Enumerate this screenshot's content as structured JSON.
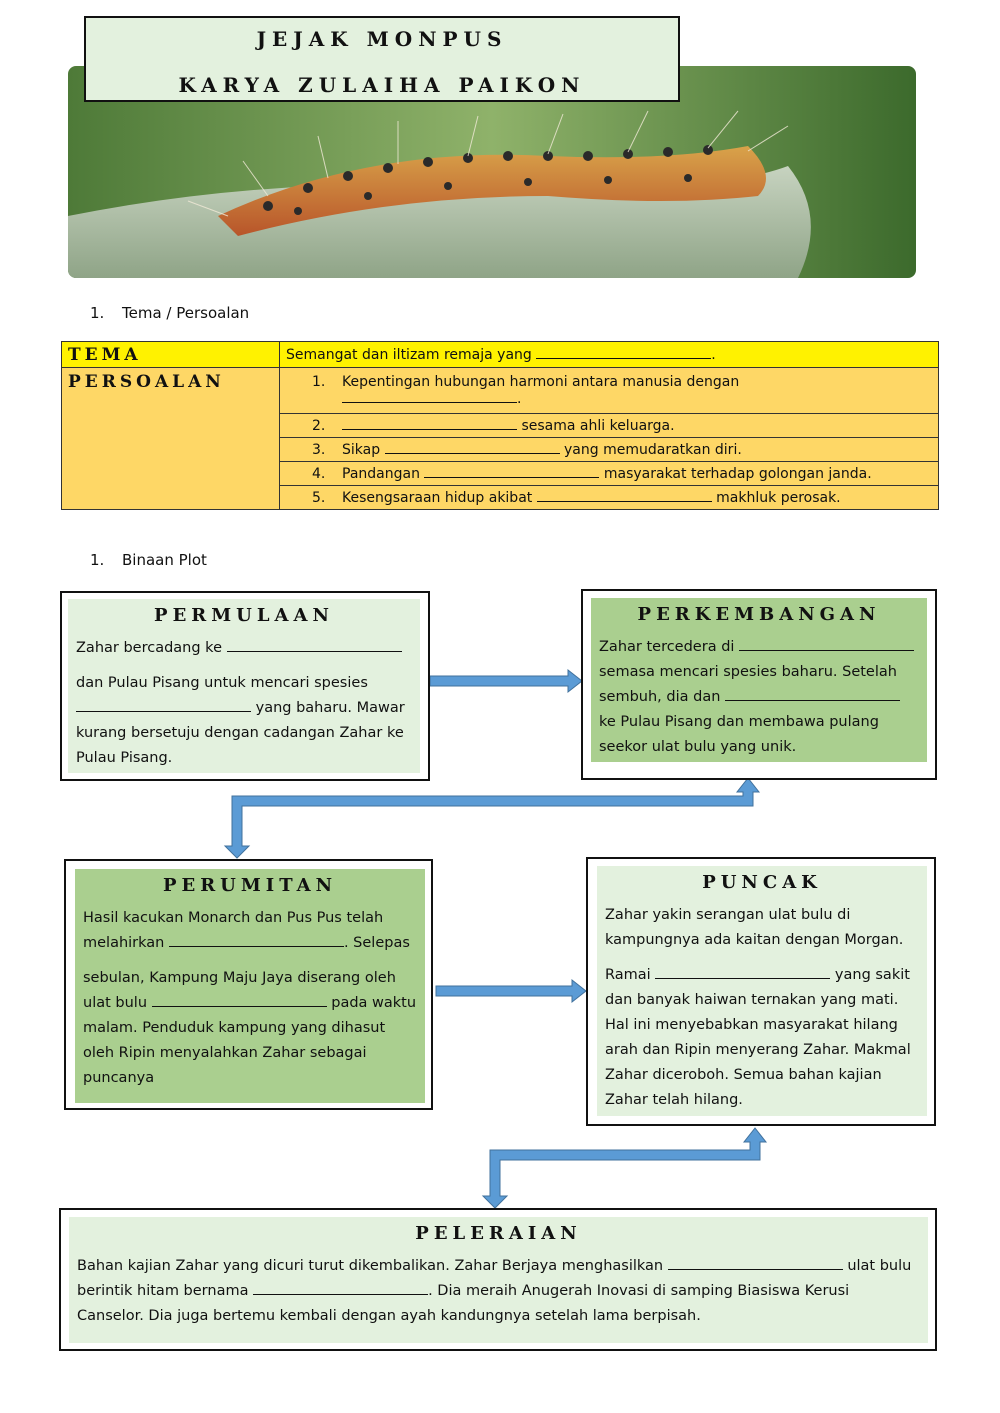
{
  "header": {
    "title_line1": "JEJAK MONPUS",
    "title_line2": "KARYA ZULAIHA PAIKON"
  },
  "section1": {
    "number": "1.",
    "title": "Tema / Persoalan"
  },
  "table": {
    "tema_label": "TEMA",
    "tema_text_before": "Semangat dan iltizam remaja yang",
    "tema_text_after": ".",
    "persoalan_label": "PERSOALAN",
    "items": [
      {
        "num": "1.",
        "before": "Kepentingan hubungan harmoni antara manusia dengan",
        "after": "."
      },
      {
        "num": "2.",
        "before": "",
        "after": "sesama ahli keluarga."
      },
      {
        "num": "3.",
        "before": "Sikap",
        "after": "yang memudaratkan diri."
      },
      {
        "num": "4.",
        "before": "Pandangan",
        "after": "masyarakat terhadap golongan janda."
      },
      {
        "num": "5.",
        "before": "Kesengsaraan hidup akibat",
        "after": "makhluk perosak."
      }
    ]
  },
  "section2": {
    "number": "1.",
    "title": "Binaan Plot"
  },
  "plot": {
    "permulaan": {
      "title": "PERMULAAN",
      "p1": "Zahar bercadang ke",
      "p2a": "dan Pulau Pisang untuk mencari spesies",
      "p2b": "yang baharu. Mawar kurang bersetuju dengan cadangan Zahar ke Pulau Pisang."
    },
    "perkembangan": {
      "title": "PERKEMBANGAN",
      "t1": "Zahar tercedera di",
      "t2": "semasa mencari spesies baharu.  Setelah sembuh, dia dan",
      "t3": "ke Pulau Pisang dan membawa pulang seekor ulat bulu yang unik."
    },
    "perumitan": {
      "title": "PERUMITAN",
      "p1a": "Hasil kacukan Monarch dan Pus Pus telah melahirkan",
      "p1b": ".  Selepas",
      "p2a": "sebulan, Kampung Maju Jaya diserang oleh ulat bulu",
      "p2b": "pada waktu malam. Penduduk kampung yang dihasut oleh Ripin menyalahkan Zahar sebagai puncanya"
    },
    "puncak": {
      "title": "PUNCAK",
      "p1": "Zahar yakin serangan ulat bulu di kampungnya ada kaitan dengan Morgan.",
      "p2a": "Ramai",
      "p2b": "yang sakit dan banyak haiwan ternakan yang mati. Hal ini menyebabkan masyarakat hilang arah dan Ripin menyerang Zahar. Makmal Zahar diceroboh. Semua bahan kajian Zahar telah hilang."
    },
    "peleraian": {
      "title": "PELERAIAN",
      "t1": "Bahan kajian Zahar yang dicuri turut dikembalikan. Zahar Berjaya menghasilkan",
      "t2": "ulat bulu berintik hitam bernama",
      "t3": ". Dia meraih Anugerah  Inovasi di samping Biasiswa Kerusi Canselor. Dia juga bertemu kembali dengan ayah kandungnya setelah lama berpisah."
    }
  },
  "colors": {
    "banner_bg": "#e3f1de",
    "tema_yellow": "#fff200",
    "persoalan_peach": "#fed766",
    "light_green": "#e3f1de",
    "dark_green": "#aacf8f",
    "arrow_blue": "#5b9bd5"
  }
}
